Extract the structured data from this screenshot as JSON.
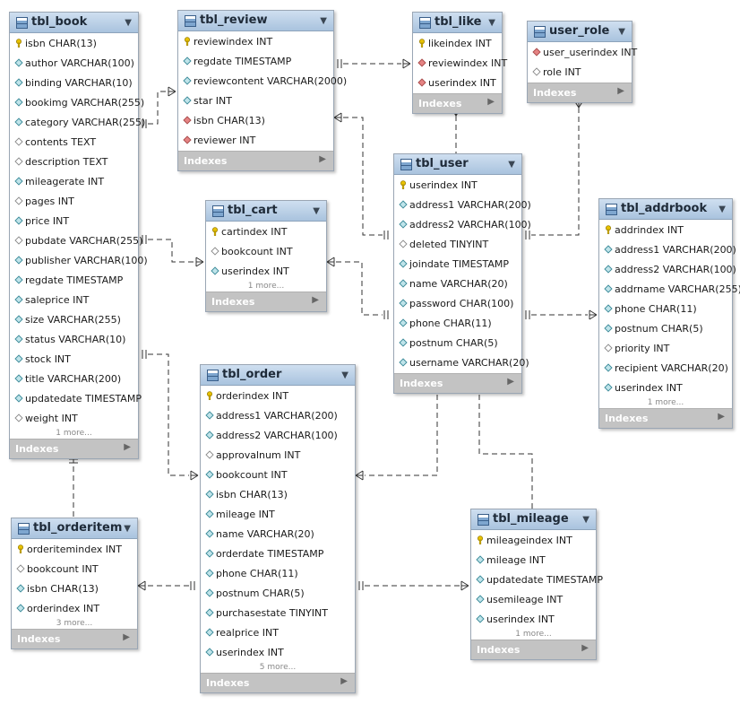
{
  "tables": {
    "tbl_book": {
      "name": "tbl_book",
      "fields": [
        {
          "text": "isbn CHAR(13)",
          "kind": "pk"
        },
        {
          "text": "author VARCHAR(100)",
          "kind": "col"
        },
        {
          "text": "binding VARCHAR(10)",
          "kind": "col"
        },
        {
          "text": "bookimg VARCHAR(255)",
          "kind": "col"
        },
        {
          "text": "category VARCHAR(255)",
          "kind": "col"
        },
        {
          "text": "contents TEXT",
          "kind": "null"
        },
        {
          "text": "description TEXT",
          "kind": "null"
        },
        {
          "text": "mileagerate INT",
          "kind": "col"
        },
        {
          "text": "pages INT",
          "kind": "null"
        },
        {
          "text": "price INT",
          "kind": "col"
        },
        {
          "text": "pubdate VARCHAR(255)",
          "kind": "null"
        },
        {
          "text": "publisher VARCHAR(100)",
          "kind": "col"
        },
        {
          "text": "regdate TIMESTAMP",
          "kind": "col"
        },
        {
          "text": "saleprice INT",
          "kind": "col"
        },
        {
          "text": "size VARCHAR(255)",
          "kind": "col"
        },
        {
          "text": "status VARCHAR(10)",
          "kind": "col"
        },
        {
          "text": "stock INT",
          "kind": "col"
        },
        {
          "text": "title VARCHAR(200)",
          "kind": "col"
        },
        {
          "text": "updatedate TIMESTAMP",
          "kind": "col"
        },
        {
          "text": "weight INT",
          "kind": "null"
        }
      ],
      "more": "1 more...",
      "indexes": "Indexes"
    },
    "tbl_review": {
      "name": "tbl_review",
      "fields": [
        {
          "text": "reviewindex INT",
          "kind": "pk"
        },
        {
          "text": "regdate TIMESTAMP",
          "kind": "col"
        },
        {
          "text": "reviewcontent VARCHAR(2000)",
          "kind": "col"
        },
        {
          "text": "star INT",
          "kind": "col"
        },
        {
          "text": "isbn CHAR(13)",
          "kind": "fk"
        },
        {
          "text": "reviewer INT",
          "kind": "fk"
        }
      ],
      "indexes": "Indexes"
    },
    "tbl_like": {
      "name": "tbl_like",
      "fields": [
        {
          "text": "likeindex INT",
          "kind": "pk"
        },
        {
          "text": "reviewindex INT",
          "kind": "fk"
        },
        {
          "text": "userindex INT",
          "kind": "fk"
        }
      ],
      "indexes": "Indexes"
    },
    "user_role": {
      "name": "user_role",
      "fields": [
        {
          "text": "user_userindex INT",
          "kind": "fk"
        },
        {
          "text": "role INT",
          "kind": "null"
        }
      ],
      "indexes": "Indexes"
    },
    "tbl_cart": {
      "name": "tbl_cart",
      "fields": [
        {
          "text": "cartindex INT",
          "kind": "pk"
        },
        {
          "text": "bookcount INT",
          "kind": "null"
        },
        {
          "text": "userindex INT",
          "kind": "col"
        }
      ],
      "more": "1 more...",
      "indexes": "Indexes"
    },
    "tbl_user": {
      "name": "tbl_user",
      "fields": [
        {
          "text": "userindex INT",
          "kind": "pk"
        },
        {
          "text": "address1 VARCHAR(200)",
          "kind": "col"
        },
        {
          "text": "address2 VARCHAR(100)",
          "kind": "col"
        },
        {
          "text": "deleted TINYINT",
          "kind": "null"
        },
        {
          "text": "joindate TIMESTAMP",
          "kind": "col"
        },
        {
          "text": "name VARCHAR(20)",
          "kind": "col"
        },
        {
          "text": "password CHAR(100)",
          "kind": "col"
        },
        {
          "text": "phone CHAR(11)",
          "kind": "col"
        },
        {
          "text": "postnum CHAR(5)",
          "kind": "col"
        },
        {
          "text": "username VARCHAR(20)",
          "kind": "col"
        }
      ],
      "indexes": "Indexes"
    },
    "tbl_addrbook": {
      "name": "tbl_addrbook",
      "fields": [
        {
          "text": "addrindex INT",
          "kind": "pk"
        },
        {
          "text": "address1 VARCHAR(200)",
          "kind": "col"
        },
        {
          "text": "address2 VARCHAR(100)",
          "kind": "col"
        },
        {
          "text": "addrname VARCHAR(255)",
          "kind": "col"
        },
        {
          "text": "phone CHAR(11)",
          "kind": "col"
        },
        {
          "text": "postnum CHAR(5)",
          "kind": "col"
        },
        {
          "text": "priority INT",
          "kind": "null"
        },
        {
          "text": "recipient VARCHAR(20)",
          "kind": "col"
        },
        {
          "text": "userindex INT",
          "kind": "col"
        }
      ],
      "more": "1 more...",
      "indexes": "Indexes"
    },
    "tbl_order": {
      "name": "tbl_order",
      "fields": [
        {
          "text": "orderindex INT",
          "kind": "pk"
        },
        {
          "text": "address1 VARCHAR(200)",
          "kind": "col"
        },
        {
          "text": "address2 VARCHAR(100)",
          "kind": "col"
        },
        {
          "text": "approvalnum INT",
          "kind": "null"
        },
        {
          "text": "bookcount INT",
          "kind": "col"
        },
        {
          "text": "isbn CHAR(13)",
          "kind": "col"
        },
        {
          "text": "mileage INT",
          "kind": "col"
        },
        {
          "text": "name VARCHAR(20)",
          "kind": "col"
        },
        {
          "text": "orderdate TIMESTAMP",
          "kind": "col"
        },
        {
          "text": "phone CHAR(11)",
          "kind": "col"
        },
        {
          "text": "postnum CHAR(5)",
          "kind": "col"
        },
        {
          "text": "purchasestate TINYINT",
          "kind": "col"
        },
        {
          "text": "realprice INT",
          "kind": "col"
        },
        {
          "text": "userindex INT",
          "kind": "col"
        }
      ],
      "more": "5 more...",
      "indexes": "Indexes"
    },
    "tbl_orderitem": {
      "name": "tbl_orderitem",
      "fields": [
        {
          "text": "orderitemindex INT",
          "kind": "pk"
        },
        {
          "text": "bookcount INT",
          "kind": "null"
        },
        {
          "text": "isbn CHAR(13)",
          "kind": "col"
        },
        {
          "text": "orderindex INT",
          "kind": "col"
        }
      ],
      "more": "3 more...",
      "indexes": "Indexes"
    },
    "tbl_mileage": {
      "name": "tbl_mileage",
      "fields": [
        {
          "text": "mileageindex INT",
          "kind": "pk"
        },
        {
          "text": "mileage INT",
          "kind": "col"
        },
        {
          "text": "updatedate TIMESTAMP",
          "kind": "col"
        },
        {
          "text": "usemileage INT",
          "kind": "col"
        },
        {
          "text": "userindex INT",
          "kind": "col"
        }
      ],
      "more": "1 more...",
      "indexes": "Indexes"
    }
  },
  "colors": {
    "header": "#b7cde6",
    "indexes_bar": "#c3c3c3",
    "pk_key": "#e8c200",
    "column_diamond": "#bfe4ea",
    "fk_diamond": "#e58383",
    "line": "#333333"
  }
}
